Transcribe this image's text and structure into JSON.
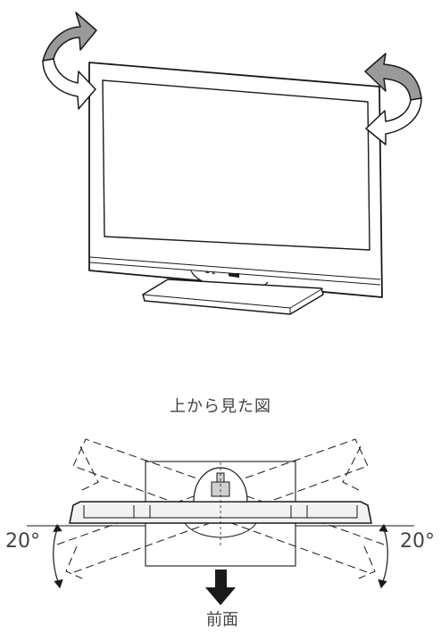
{
  "top_view_caption": "上から見た図",
  "angle_left": "20°",
  "angle_right": "20°",
  "front_label": "前面",
  "colors": {
    "line": "#1a1a1a",
    "arrow_fill": "#888888",
    "panel": "#f2f2f2"
  },
  "icons": [
    "rotate-left-arrow-icon",
    "rotate-right-arrow-icon",
    "front-arrow-icon"
  ]
}
